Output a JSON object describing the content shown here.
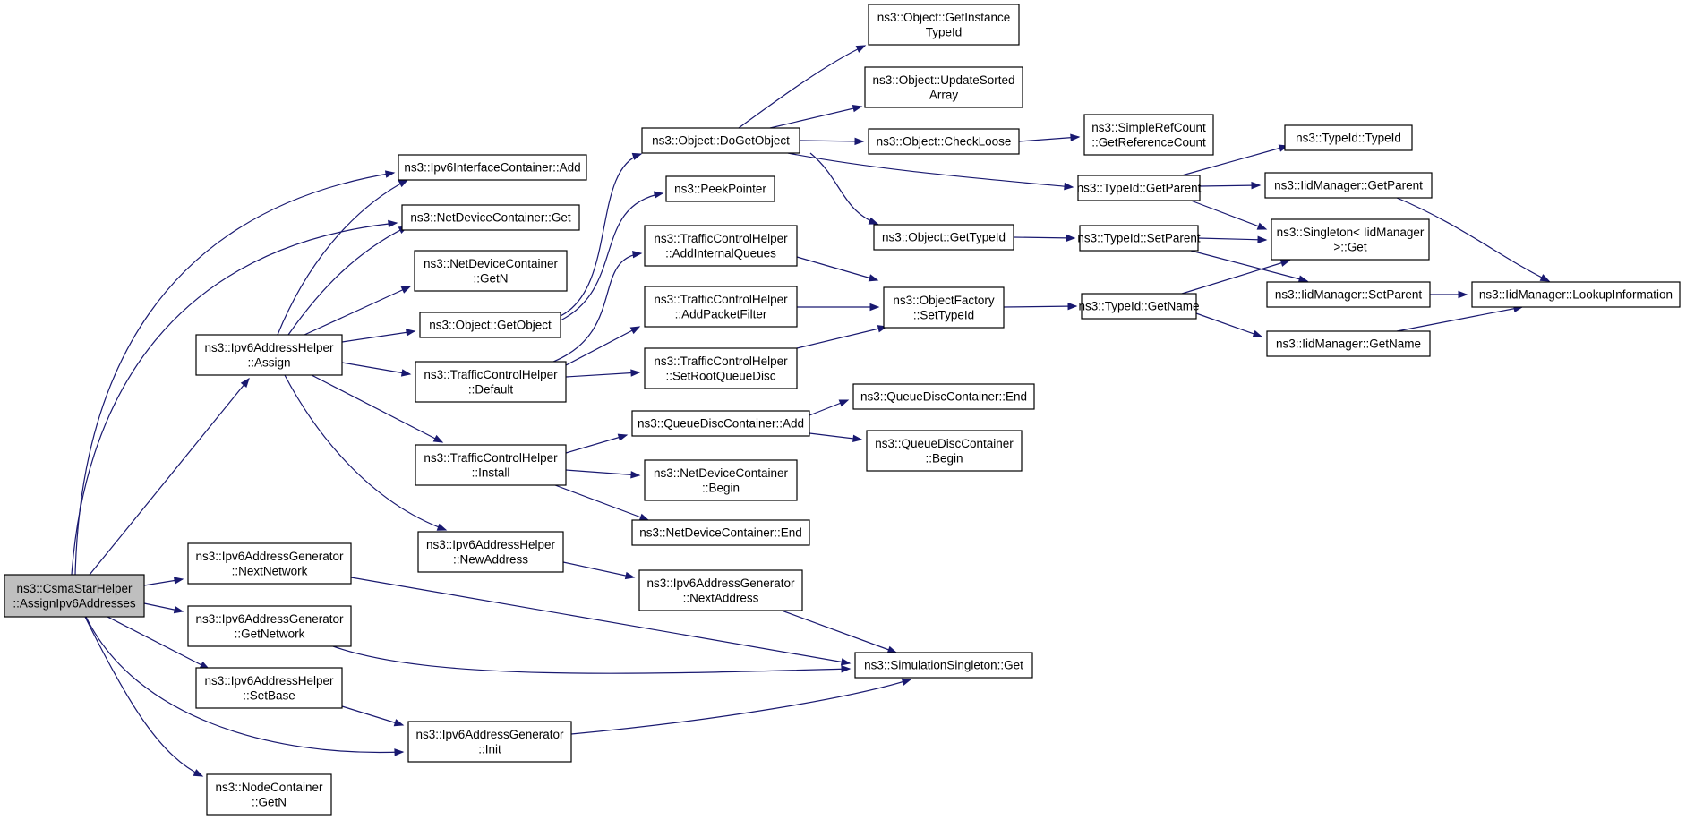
{
  "graph": {
    "root": "ns3::CsmaStarHelper ::AssignIpv6Addresses",
    "nodes": [
      {
        "id": "root",
        "lines": [
          "ns3::CsmaStarHelper",
          "::AssignIpv6Addresses"
        ]
      },
      {
        "id": "ipv6ic_add",
        "lines": [
          "ns3::Ipv6InterfaceContainer::Add"
        ]
      },
      {
        "id": "ndc_get",
        "lines": [
          "ns3::NetDeviceContainer::Get"
        ]
      },
      {
        "id": "ndc_getn",
        "lines": [
          "ns3::NetDeviceContainer",
          "::GetN"
        ]
      },
      {
        "id": "ipv6ah_assign",
        "lines": [
          "ns3::Ipv6AddressHelper",
          "::Assign"
        ]
      },
      {
        "id": "obj_getobject",
        "lines": [
          "ns3::Object::GetObject"
        ]
      },
      {
        "id": "tch_default",
        "lines": [
          "ns3::TrafficControlHelper",
          "::Default"
        ]
      },
      {
        "id": "tch_install",
        "lines": [
          "ns3::TrafficControlHelper",
          "::Install"
        ]
      },
      {
        "id": "ipv6ah_newaddr",
        "lines": [
          "ns3::Ipv6AddressHelper",
          "::NewAddress"
        ]
      },
      {
        "id": "ipv6ag_nextnet",
        "lines": [
          "ns3::Ipv6AddressGenerator",
          "::NextNetwork"
        ]
      },
      {
        "id": "ipv6ag_getnet",
        "lines": [
          "ns3::Ipv6AddressGenerator",
          "::GetNetwork"
        ]
      },
      {
        "id": "ipv6ah_setbase",
        "lines": [
          "ns3::Ipv6AddressHelper",
          "::SetBase"
        ]
      },
      {
        "id": "ipv6ag_init",
        "lines": [
          "ns3::Ipv6AddressGenerator",
          "::Init"
        ]
      },
      {
        "id": "nc_getn",
        "lines": [
          "ns3::NodeContainer",
          "::GetN"
        ]
      },
      {
        "id": "obj_dogetobject",
        "lines": [
          "ns3::Object::DoGetObject"
        ]
      },
      {
        "id": "peekpointer",
        "lines": [
          "ns3::PeekPointer"
        ]
      },
      {
        "id": "tch_addinq",
        "lines": [
          "ns3::TrafficControlHelper",
          "::AddInternalQueues"
        ]
      },
      {
        "id": "tch_addpf",
        "lines": [
          "ns3::TrafficControlHelper",
          "::AddPacketFilter"
        ]
      },
      {
        "id": "tch_setroot",
        "lines": [
          "ns3::TrafficControlHelper",
          "::SetRootQueueDisc"
        ]
      },
      {
        "id": "qdc_add",
        "lines": [
          "ns3::QueueDiscContainer::Add"
        ]
      },
      {
        "id": "ndc_begin",
        "lines": [
          "ns3::NetDeviceContainer",
          "::Begin"
        ]
      },
      {
        "id": "ndc_end",
        "lines": [
          "ns3::NetDeviceContainer::End"
        ]
      },
      {
        "id": "ipv6ag_nextaddr",
        "lines": [
          "ns3::Ipv6AddressGenerator",
          "::NextAddress"
        ]
      },
      {
        "id": "obj_getinst",
        "lines": [
          "ns3::Object::GetInstance",
          "TypeId"
        ]
      },
      {
        "id": "obj_updsorted",
        "lines": [
          "ns3::Object::UpdateSorted",
          "Array"
        ]
      },
      {
        "id": "obj_checkloose",
        "lines": [
          "ns3::Object::CheckLoose"
        ]
      },
      {
        "id": "obj_gettypeid",
        "lines": [
          "ns3::Object::GetTypeId"
        ]
      },
      {
        "id": "objfact_settid",
        "lines": [
          "ns3::ObjectFactory",
          "::SetTypeId"
        ]
      },
      {
        "id": "qdc_end",
        "lines": [
          "ns3::QueueDiscContainer::End"
        ]
      },
      {
        "id": "qdc_begin",
        "lines": [
          "ns3::QueueDiscContainer",
          "::Begin"
        ]
      },
      {
        "id": "simsingleton_get",
        "lines": [
          "ns3::SimulationSingleton::Get"
        ]
      },
      {
        "id": "srefcount",
        "lines": [
          "ns3::SimpleRefCount",
          "::GetReferenceCount"
        ]
      },
      {
        "id": "tid_getparent",
        "lines": [
          "ns3::TypeId::GetParent"
        ]
      },
      {
        "id": "tid_setparent",
        "lines": [
          "ns3::TypeId::SetParent"
        ]
      },
      {
        "id": "tid_getname",
        "lines": [
          "ns3::TypeId::GetName"
        ]
      },
      {
        "id": "tid_typeid",
        "lines": [
          "ns3::TypeId::TypeId"
        ]
      },
      {
        "id": "iid_getparent",
        "lines": [
          "ns3::IidManager::GetParent"
        ]
      },
      {
        "id": "singleton_get",
        "lines": [
          "ns3::Singleton< IidManager",
          ">::Get"
        ]
      },
      {
        "id": "iid_setparent",
        "lines": [
          "ns3::IidManager::SetParent"
        ]
      },
      {
        "id": "iid_getname",
        "lines": [
          "ns3::IidManager::GetName"
        ]
      },
      {
        "id": "iid_lookup",
        "lines": [
          "ns3::IidManager::LookupInformation"
        ]
      }
    ],
    "edges": [
      [
        "root",
        "ipv6ic_add"
      ],
      [
        "root",
        "ndc_get"
      ],
      [
        "root",
        "ipv6ah_assign"
      ],
      [
        "root",
        "ipv6ag_nextnet"
      ],
      [
        "root",
        "ipv6ag_getnet"
      ],
      [
        "root",
        "ipv6ah_setbase"
      ],
      [
        "root",
        "ipv6ag_init"
      ],
      [
        "root",
        "nc_getn"
      ],
      [
        "ipv6ah_assign",
        "ipv6ic_add"
      ],
      [
        "ipv6ah_assign",
        "ndc_get"
      ],
      [
        "ipv6ah_assign",
        "ndc_getn"
      ],
      [
        "ipv6ah_assign",
        "obj_getobject"
      ],
      [
        "ipv6ah_assign",
        "tch_default"
      ],
      [
        "ipv6ah_assign",
        "tch_install"
      ],
      [
        "ipv6ah_assign",
        "ipv6ah_newaddr"
      ],
      [
        "obj_getobject",
        "obj_dogetobject"
      ],
      [
        "obj_getobject",
        "peekpointer"
      ],
      [
        "tch_default",
        "tch_addinq"
      ],
      [
        "tch_default",
        "tch_addpf"
      ],
      [
        "tch_default",
        "tch_setroot"
      ],
      [
        "tch_install",
        "qdc_add"
      ],
      [
        "tch_install",
        "ndc_begin"
      ],
      [
        "tch_install",
        "ndc_end"
      ],
      [
        "ipv6ah_newaddr",
        "ipv6ag_nextaddr"
      ],
      [
        "ipv6ag_nextnet",
        "simsingleton_get"
      ],
      [
        "ipv6ag_getnet",
        "simsingleton_get"
      ],
      [
        "ipv6ah_setbase",
        "ipv6ag_init"
      ],
      [
        "ipv6ag_init",
        "simsingleton_get"
      ],
      [
        "ipv6ag_nextaddr",
        "simsingleton_get"
      ],
      [
        "obj_dogetobject",
        "obj_getinst"
      ],
      [
        "obj_dogetobject",
        "obj_updsorted"
      ],
      [
        "obj_dogetobject",
        "obj_checkloose"
      ],
      [
        "obj_dogetobject",
        "obj_gettypeid"
      ],
      [
        "obj_dogetobject",
        "tid_getparent"
      ],
      [
        "tch_addinq",
        "objfact_settid"
      ],
      [
        "tch_addpf",
        "objfact_settid"
      ],
      [
        "tch_setroot",
        "objfact_settid"
      ],
      [
        "qdc_add",
        "qdc_end"
      ],
      [
        "qdc_add",
        "qdc_begin"
      ],
      [
        "obj_checkloose",
        "srefcount"
      ],
      [
        "obj_gettypeid",
        "tid_setparent"
      ],
      [
        "objfact_settid",
        "tid_getname"
      ],
      [
        "tid_getparent",
        "tid_typeid"
      ],
      [
        "tid_getparent",
        "iid_getparent"
      ],
      [
        "tid_getparent",
        "singleton_get"
      ],
      [
        "tid_setparent",
        "singleton_get"
      ],
      [
        "tid_setparent",
        "iid_setparent"
      ],
      [
        "tid_getname",
        "singleton_get"
      ],
      [
        "tid_getname",
        "iid_getname"
      ],
      [
        "iid_getparent",
        "iid_lookup"
      ],
      [
        "iid_setparent",
        "iid_lookup"
      ],
      [
        "iid_getname",
        "iid_lookup"
      ]
    ]
  },
  "colors": {
    "edge": "#191970",
    "node_border": "#000000",
    "node_fill": "#ffffff",
    "root_fill": "#bfbfbf"
  }
}
